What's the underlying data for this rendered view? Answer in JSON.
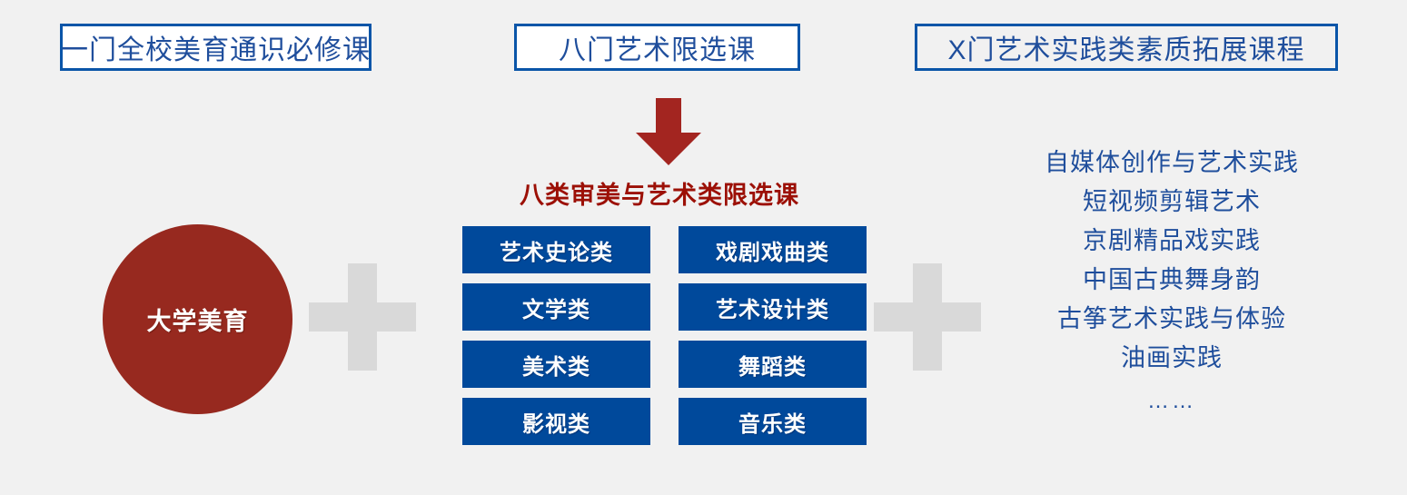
{
  "header": {
    "boxes": [
      {
        "label": "一门全校美育通识必修课"
      },
      {
        "label": "八门艺术限选课"
      },
      {
        "label": "X门艺术实践类素质拓展课程"
      }
    ]
  },
  "left": {
    "circle_label": "大学美育"
  },
  "operators": {
    "plus_left": "+",
    "plus_right": "+"
  },
  "center": {
    "arrow": "down-arrow",
    "heading": "八类审美与艺术类限选课",
    "categories_left": [
      {
        "label": "艺术史论类"
      },
      {
        "label": "文学类"
      },
      {
        "label": "美术类"
      },
      {
        "label": "影视类"
      }
    ],
    "categories_right": [
      {
        "label": "戏剧戏曲类"
      },
      {
        "label": "艺术设计类"
      },
      {
        "label": "舞蹈类"
      },
      {
        "label": "音乐类"
      }
    ]
  },
  "right": {
    "practice_items": [
      "自媒体创作与艺术实践",
      "短视频剪辑艺术",
      "京剧精品戏实践",
      "中国古典舞身韵",
      "古筝艺术实践与体验",
      "油画实践",
      "……"
    ]
  },
  "colors": {
    "background": "#F1F1F1",
    "header_border": "#0A55A8",
    "header_text": "#1F4E9C",
    "circle_fill": "#97291F",
    "plus_fill": "#D9D9D9",
    "arrow_fill": "#A32520",
    "heading_text": "#9C1006",
    "category_fill": "#00499B",
    "category_text": "#FFFFFF",
    "practice_text": "#1F4E9C"
  }
}
